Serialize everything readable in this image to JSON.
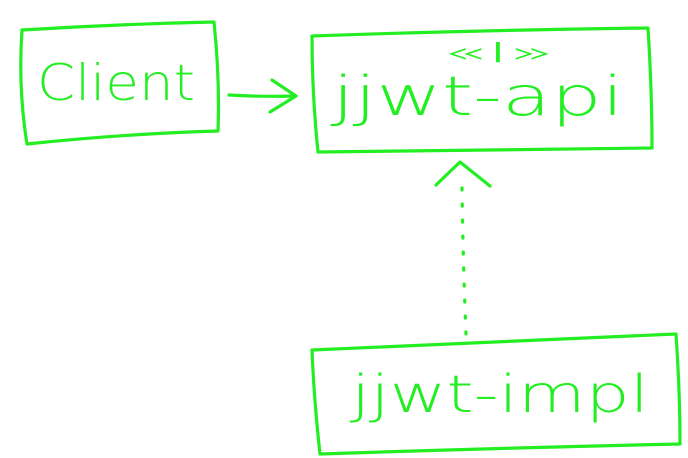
{
  "colors": {
    "ink": "#22ee22",
    "background": "#ffffff"
  },
  "nodes": {
    "client": {
      "label": "Client"
    },
    "api": {
      "label": "jjwt-api",
      "stereotype": "«I»"
    },
    "impl": {
      "label": "jjwt-impl"
    }
  },
  "edges": [
    {
      "from": "client",
      "to": "api",
      "style": "solid",
      "head": "open-arrow"
    },
    {
      "from": "impl",
      "to": "api",
      "style": "dotted",
      "head": "open-triangle"
    }
  ]
}
